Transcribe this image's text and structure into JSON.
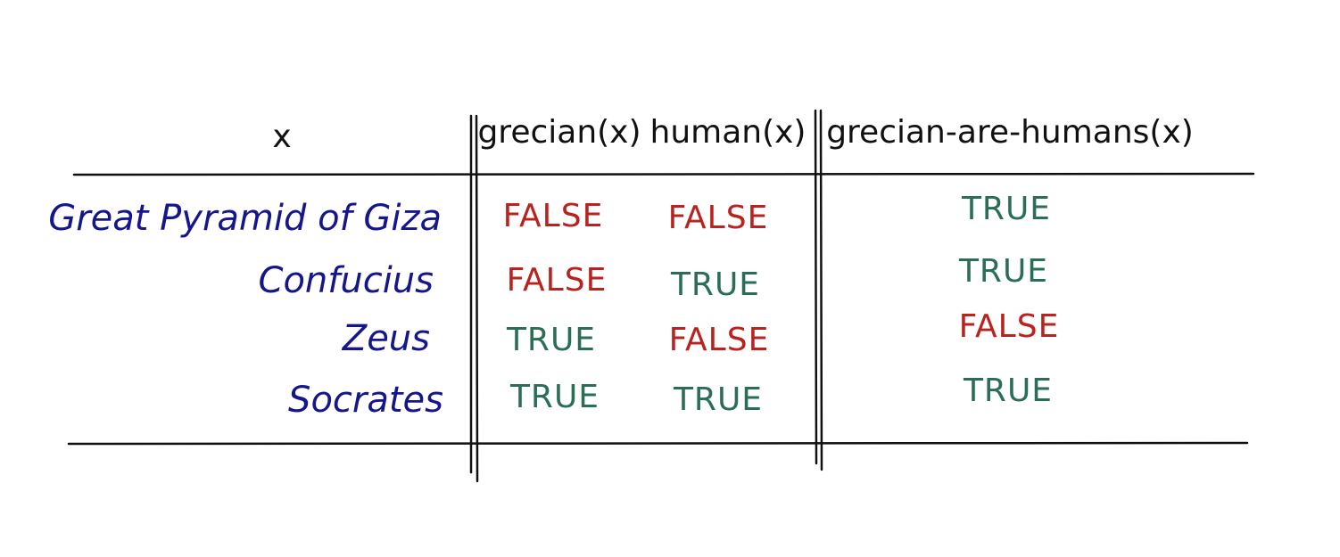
{
  "colors": {
    "ink": "#111111",
    "names": "#16168c",
    "true": "#2a6e55",
    "false": "#b8231f"
  },
  "table": {
    "headers": {
      "x": "x",
      "col1": "grecian(x)",
      "col2": "human(x)",
      "col3": "grecian-are-humans(x)"
    },
    "rows": [
      {
        "x": "Great Pyramid of Giza",
        "col1": "FALSE",
        "col2": "FALSE",
        "col3": "TRUE"
      },
      {
        "x": "Confucius",
        "col1": "FALSE",
        "col2": "TRUE",
        "col3": "TRUE"
      },
      {
        "x": "Zeus",
        "col1": "TRUE",
        "col2": "FALSE",
        "col3": "FALSE"
      },
      {
        "x": "Socrates",
        "col1": "TRUE",
        "col2": "TRUE",
        "col3": "TRUE"
      }
    ]
  }
}
